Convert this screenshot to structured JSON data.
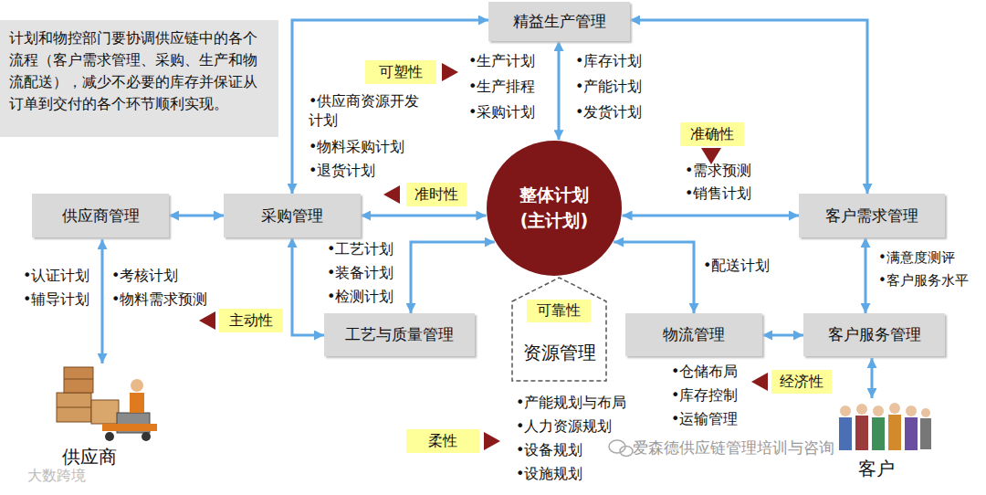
{
  "diagram": {
    "nodes": [
      {
        "text": [
          "计划和物控部门要协调供应链中的各个流程（客户需求管理、采购、生产和物流配送），减少不必要的库存并保证从订单到交付的各个环节顺利实现。"
        ]
      },
      {
        "text": [
          "精益生产管理"
        ]
      },
      {
        "text": [
          "可塑性"
        ]
      },
      {
        "text": [
          "准确性"
        ]
      },
      {
        "text": [
          "供应商管理"
        ]
      },
      {
        "text": [
          "采购管理"
        ]
      },
      {
        "text": [
          "准时性"
        ]
      },
      {
        "text": [
          "整体计划 (主计划)"
        ]
      },
      {
        "text": [
          "客户需求管理"
        ]
      },
      {
        "text": [
          "主动性"
        ]
      },
      {
        "text": [
          "工艺与质量管理"
        ]
      },
      {
        "text": [
          "资源管理"
        ]
      },
      {
        "text": [
          "可靠性"
        ],
        "in": 11
      },
      {
        "text": [
          "物流管理"
        ]
      },
      {
        "text": [
          "客户服务管理"
        ]
      },
      {
        "text": [
          "经济性"
        ]
      },
      {
        "text": [
          "柔性"
        ]
      }
    ],
    "edges": [
      {
        "from": 4,
        "to": 5,
        "arrow": "both"
      },
      {
        "from": 5,
        "to": 7,
        "arrow": "both"
      },
      {
        "from": 7,
        "to": 8,
        "arrow": "both"
      },
      {
        "from": 1,
        "to": 7,
        "arrow": "both"
      },
      {
        "from": 5,
        "to": 1,
        "arrow": "both"
      },
      {
        "from": 1,
        "to": 8,
        "arrow": "both"
      },
      {
        "from": 5,
        "to": 10,
        "arrow": "both"
      },
      {
        "from": 10,
        "to": 7,
        "arrow": "both"
      },
      {
        "from": 7,
        "to": 13,
        "arrow": "both"
      },
      {
        "from": 13,
        "to": 14,
        "arrow": "both"
      },
      {
        "from": 8,
        "to": 14,
        "arrow": "both"
      }
    ],
    "labels": [
      "•生产计划",
      "•生产排程",
      "•采购计划",
      "•库存计划",
      "•产能计划",
      "•发货计划",
      "•供应商资源开发计划",
      "•物料采购计划",
      "•退货计划",
      "•需求预测",
      "•销售计划",
      "•工艺计划",
      "•装备计划",
      "•检测计划",
      "•配送计划",
      "•满意度测评",
      "•客户服务水平",
      "•认证计划",
      "•辅导计划",
      "•考核计划",
      "•物料需求预测",
      "•仓储布局",
      "•库存控制",
      "•运输管理",
      "•产能规划与布局",
      "•人力资源规划",
      "•设备规划",
      "•设施规划",
      "供应商",
      "客户",
      "爱森德供应链管理培训与咨询",
      "大数跨境"
    ]
  }
}
